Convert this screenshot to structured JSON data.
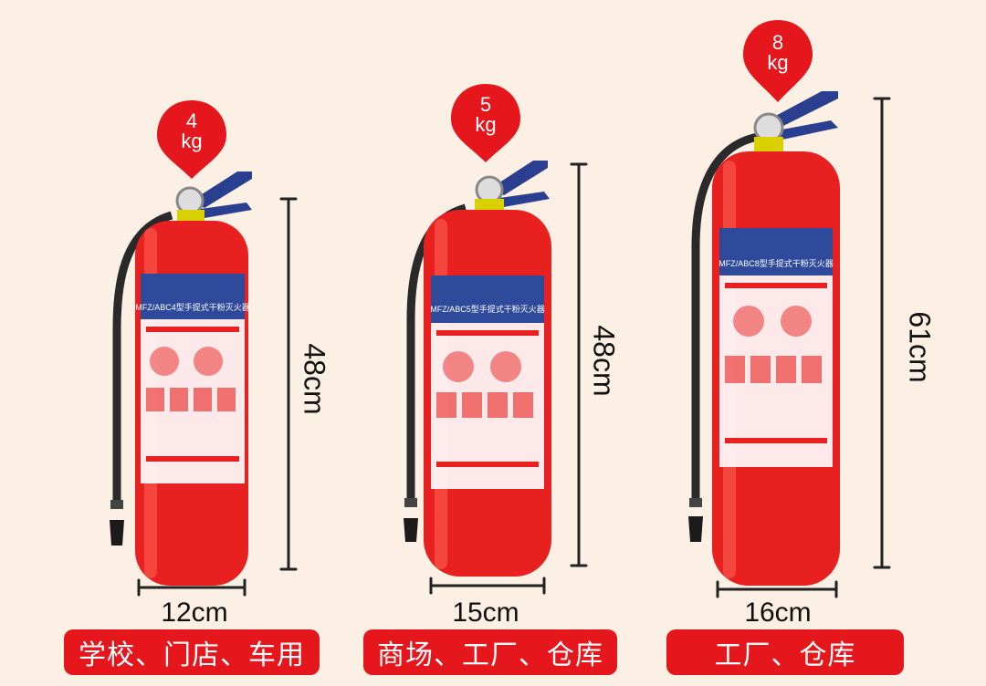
{
  "units": [
    {
      "weight_value": "4",
      "weight_unit": "kg",
      "height_label": "48cm",
      "width_label": "12cm",
      "scene_label": "学校、门店、车用",
      "model_label": "MFZ/ABC4型手提式干粉灭火器"
    },
    {
      "weight_value": "5",
      "weight_unit": "kg",
      "height_label": "48cm",
      "width_label": "15cm",
      "scene_label": "商场、工厂、仓库",
      "model_label": "MFZ/ABC5型手提式干粉灭火器"
    },
    {
      "weight_value": "8",
      "weight_unit": "kg",
      "height_label": "61cm",
      "width_label": "16cm",
      "scene_label": "工厂、仓库",
      "model_label": "MFZ/ABC8型手提式干粉灭火器"
    }
  ],
  "colors": {
    "background": "#fcefe3",
    "cylinder_red": "#e8201f",
    "label_blue": "#2f4a9a",
    "handle_blue": "#2a3f8f",
    "badge_red": "#e5161c"
  },
  "icons": [
    "location-pin-icon",
    "fire-extinguisher-icon",
    "dimension-line-icon"
  ]
}
